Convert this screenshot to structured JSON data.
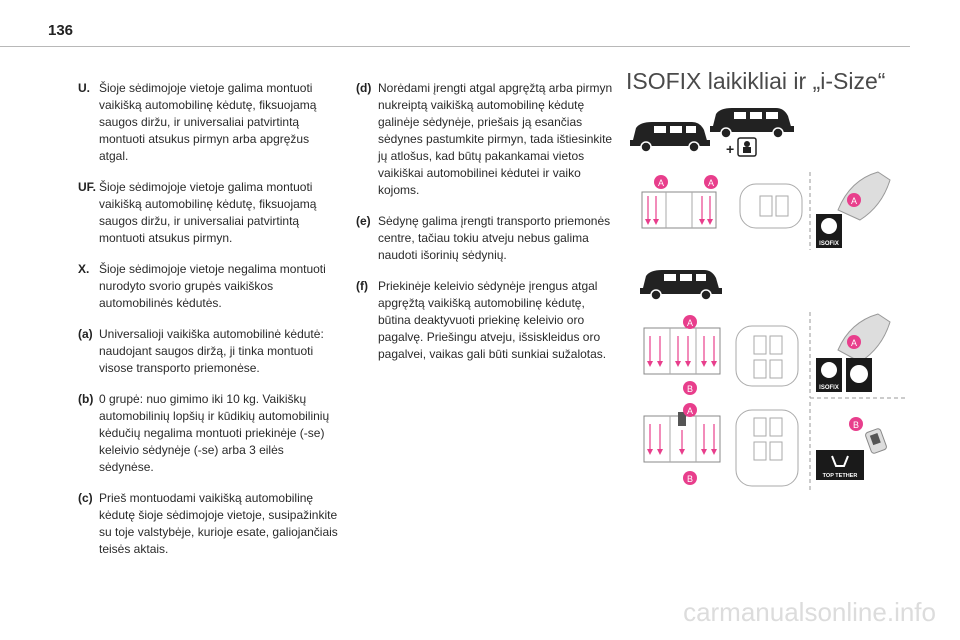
{
  "page": {
    "number": "136"
  },
  "left_items": [
    {
      "key": "U.",
      "text": "Šioje sėdimojoje vietoje galima montuoti vaikišką automobilinę kėdutę, fiksuojamą saugos diržu, ir universaliai patvirtintą montuoti atsukus pirmyn arba apgręžus atgal."
    },
    {
      "key": "UF.",
      "text": "Šioje sėdimojoje vietoje galima montuoti vaikišką automobilinę kėdutę, fiksuojamą saugos diržu, ir universaliai patvirtintą montuoti atsukus pirmyn."
    },
    {
      "key": "X.",
      "text": "Šioje sėdimojoje vietoje negalima montuoti nurodyto svorio grupės vaikiškos automobilinės kėdutės."
    },
    {
      "key": "(a)",
      "text": "Universalioji vaikiška automobilinė kėdutė: naudojant saugos diržą, ji tinka montuoti visose transporto priemonėse."
    },
    {
      "key": "(b)",
      "text": "0 grupė: nuo gimimo iki 10 kg. Vaikiškų automobilinių lopšių ir kūdikių automobilinių kėdučių negalima montuoti priekinėje (-se) keleivio sėdynėje (-se) arba 3 eilės sėdynėse."
    },
    {
      "key": "(c)",
      "text": "Prieš montuodami vaikišką automobilinę kėdutę šioje sėdimojoje vietoje, susipažinkite su toje valstybėje, kurioje esate, galiojančiais teisės aktais."
    }
  ],
  "right_items": [
    {
      "key": "(d)",
      "text": "Norėdami įrengti atgal apgręžtą arba pirmyn nukreiptą vaikišką automobilinę kėdutę galinėje sėdynėje, priešais ją esančias sėdynes pastumkite pirmyn, tada ištiesinkite jų atlošus, kad būtų pakankamai vietos vaikiškai automobilinei kėdutei ir vaiko kojoms."
    },
    {
      "key": "(e)",
      "text": "Sėdynę galima įrengti transporto priemonės centre, tačiau tokiu atveju nebus galima naudoti išorinių sėdynių."
    },
    {
      "key": "(f)",
      "text": "Priekinėje keleivio sėdynėje įrengus atgal apgręžtą vaikišką automobilinę kėdutę, būtina deaktyvuoti priekinę keleivio oro pagalvę. Priešingu atveju, išsiskleidus oro pagalvei, vaikas gali būti sunkiai sužalotas."
    }
  ],
  "section": {
    "title": "ISOFIX laikikliai ir „i-Size“"
  },
  "illustration": {
    "markers": {
      "a": "A",
      "b": "B"
    },
    "badges": {
      "isofix": "ISOFIX",
      "top_tether": "TOP TETHER"
    },
    "plus": "+",
    "accent_color": "#e83e8c"
  },
  "watermark": "carmanualsonline.info"
}
